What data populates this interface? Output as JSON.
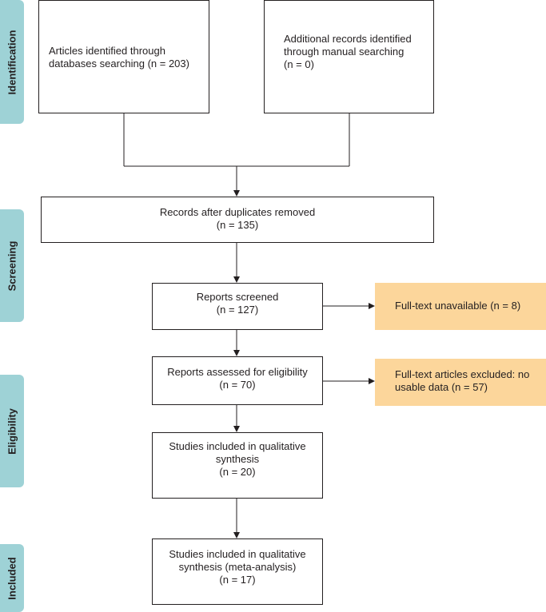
{
  "stages": {
    "identification": "Identification",
    "screening": "Screening",
    "eligibility": "Eligibility",
    "included": "Included"
  },
  "boxes": {
    "databases": [
      "Articles identified through",
      "databases searching (n = 203)"
    ],
    "manual": [
      "Additional records identified",
      "through manual searching",
      "(n = 0)"
    ],
    "duplicates": [
      "Records after duplicates removed",
      "(n = 135)"
    ],
    "screened": [
      "Reports screened",
      "(n = 127)"
    ],
    "assessed": [
      "Reports assessed for eligibility",
      "(n = 70)"
    ],
    "qualitative": [
      "Studies included in qualitative",
      "synthesis",
      "(n = 20)"
    ],
    "meta": [
      "Studies included in qualitative",
      "synthesis (meta-analysis)",
      "(n = 17)"
    ]
  },
  "exclusions": {
    "unavailable": [
      "Full-text unavailable (n = 8)"
    ],
    "excluded": [
      "Full-text articles excluded: no",
      "usable data (n = 57)"
    ]
  },
  "colors": {
    "stage_tab": "#9ed2d6",
    "exclusion_box": "#fcd69b",
    "line": "#231f20"
  }
}
